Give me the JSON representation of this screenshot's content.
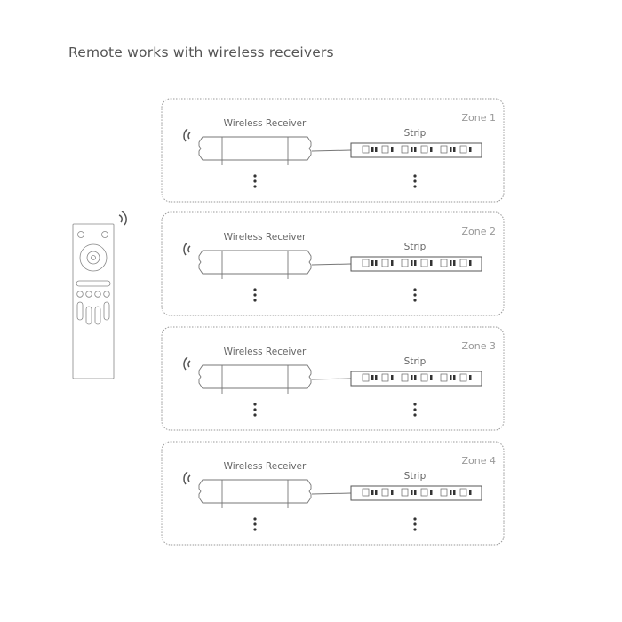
{
  "title": "Remote works with wireless receivers",
  "zones": [
    {
      "label": "Zone 1",
      "receiver_label": "Wireless Receiver",
      "strip_label": "Strip"
    },
    {
      "label": "Zone 2",
      "receiver_label": "Wireless Receiver",
      "strip_label": "Strip"
    },
    {
      "label": "Zone 3",
      "receiver_label": "Wireless Receiver",
      "strip_label": "Strip"
    },
    {
      "label": "Zone 4",
      "receiver_label": "Wireless Receiver",
      "strip_label": "Strip"
    }
  ],
  "colors": {
    "line": "#777777",
    "border": "#999999",
    "text": "#555555"
  }
}
